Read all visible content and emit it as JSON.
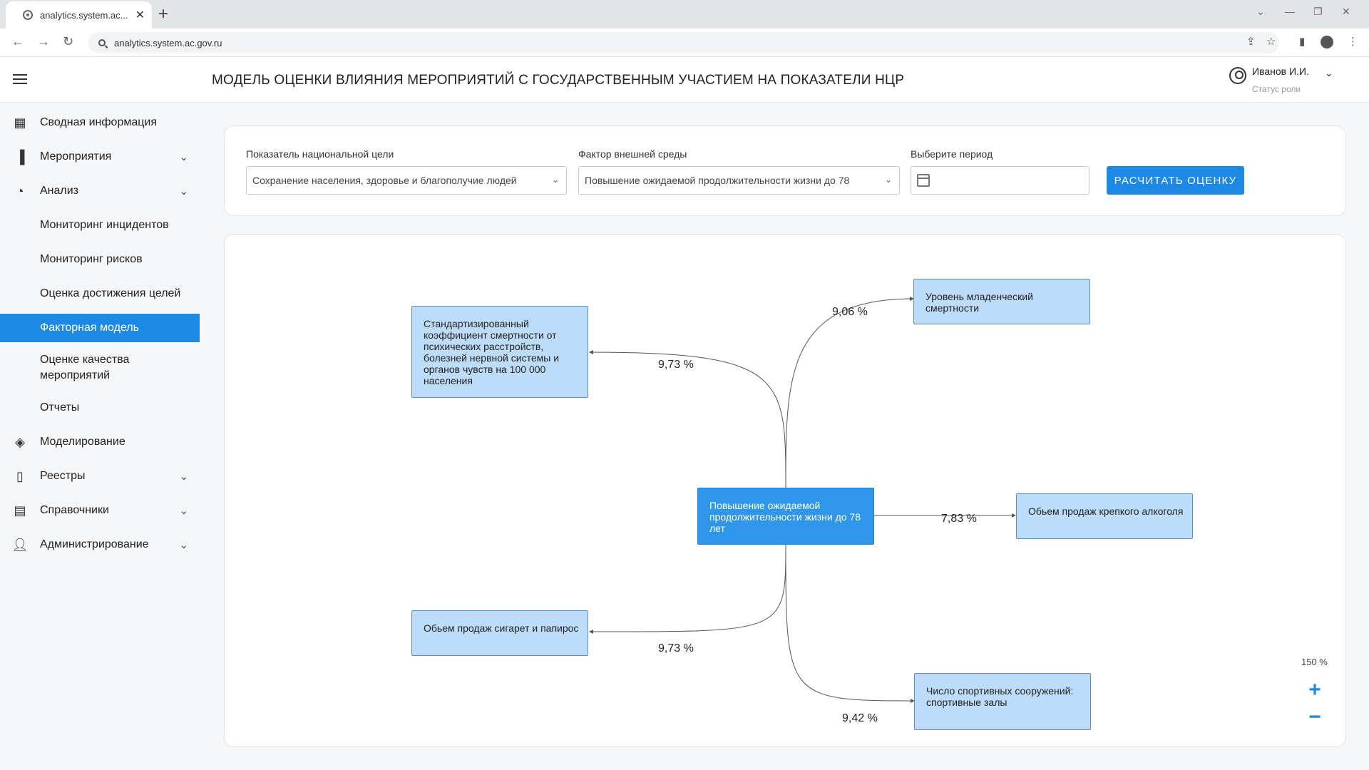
{
  "browser": {
    "tab_title": "analytics.system.ac...",
    "url": "analytics.system.ac.gov.ru"
  },
  "header": {
    "title": "МОДЕЛЬ ОЦЕНКИ ВЛИЯНИЯ МЕРОПРИЯТИЙ С ГОСУДАРСТВЕННЫМ УЧАСТИЕМ НА ПОКАЗАТЕЛИ НЦР",
    "user_name": "Иванов И.И.",
    "user_role": "Статус роли"
  },
  "sidebar": {
    "items": [
      {
        "label": "Сводная информация"
      },
      {
        "label": "Мероприятия"
      },
      {
        "label": "Анализ"
      },
      {
        "label": "Мониторинг инцидентов"
      },
      {
        "label": "Мониторинг рисков"
      },
      {
        "label": "Оценка достижения целей"
      },
      {
        "label": "Факторная модель"
      },
      {
        "label": "Оценке качества мероприятий"
      },
      {
        "label": "Отчеты"
      },
      {
        "label": "Моделирование"
      },
      {
        "label": "Реестры"
      },
      {
        "label": "Справочники"
      },
      {
        "label": "Администрирование"
      }
    ]
  },
  "filters": {
    "indicator_label": "Показатель национальной цели",
    "indicator_value": "Сохранение населения, здоровье и благополучие людей",
    "factor_label": "Фактор внешней среды",
    "factor_value": "Повышение ожидаемой продолжительности жизни до 78",
    "period_label": "Выберите период",
    "period_value": "",
    "calculate_button": "РАСЧИТАТЬ ОЦЕНКУ"
  },
  "diagram": {
    "center": "Повышение ожидаемой продолжительности жизни до 78 лет",
    "nodes": [
      {
        "label": "Стандартизированный коэффициент смертности от психических расстройств, болезней нервной системы и органов чувств на 100 000 населения",
        "percent": "9,73 %"
      },
      {
        "label": "Уровень младенческий смертности",
        "percent": "9,06 %"
      },
      {
        "label": "Обьем продаж крепкого алкоголя",
        "percent": "7,83 %"
      },
      {
        "label": "Обьем продаж сигарет и папирос",
        "percent": "9,73 %"
      },
      {
        "label": "Число спортивных сооружений: спортивные залы",
        "percent": "9,42 %"
      }
    ],
    "zoom": "150 %"
  },
  "colors": {
    "accent": "#1e88e5",
    "node_fill": "#bcdcfa",
    "center_fill": "#2f96ec"
  }
}
